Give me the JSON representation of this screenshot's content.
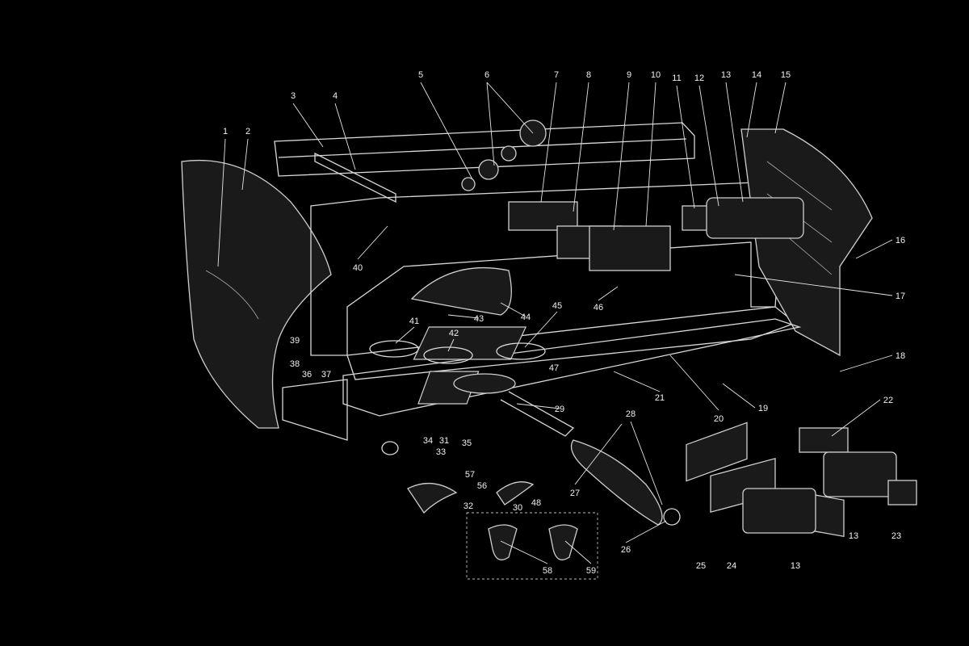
{
  "diagram": {
    "title": "Espresso machine exploded parts diagram",
    "colors": {
      "background": "#000000",
      "line": "#d8d8d8",
      "label": "#f0f0f0"
    },
    "labels": {
      "p1": "1",
      "p2": "2",
      "p3": "3",
      "p4": "4",
      "p5": "5",
      "p6": "6",
      "p7": "7",
      "p8": "8",
      "p9": "9",
      "p10": "10",
      "p11": "11",
      "p12": "12",
      "p13a": "13",
      "p14": "14",
      "p15": "15",
      "p16": "16",
      "p17": "17",
      "p18": "18",
      "p19": "19",
      "p20": "20",
      "p21": "21",
      "p22": "22",
      "p23": "23",
      "p13b": "13",
      "p13c": "13",
      "p24": "24",
      "p25": "25",
      "p26": "26",
      "p27": "27",
      "p28": "28",
      "p29": "29",
      "p30": "30",
      "p31": "31",
      "p32": "32",
      "p33": "33",
      "p34": "34",
      "p35": "35",
      "p36": "36",
      "p37": "37",
      "p38": "38",
      "p39": "39",
      "p40": "40",
      "p41": "41",
      "p42": "42",
      "p43": "43",
      "p44": "44",
      "p45": "45",
      "p46": "46",
      "p47": "47",
      "p48": "48",
      "p56": "56",
      "p57": "57",
      "p58": "58",
      "p59": "59"
    }
  }
}
